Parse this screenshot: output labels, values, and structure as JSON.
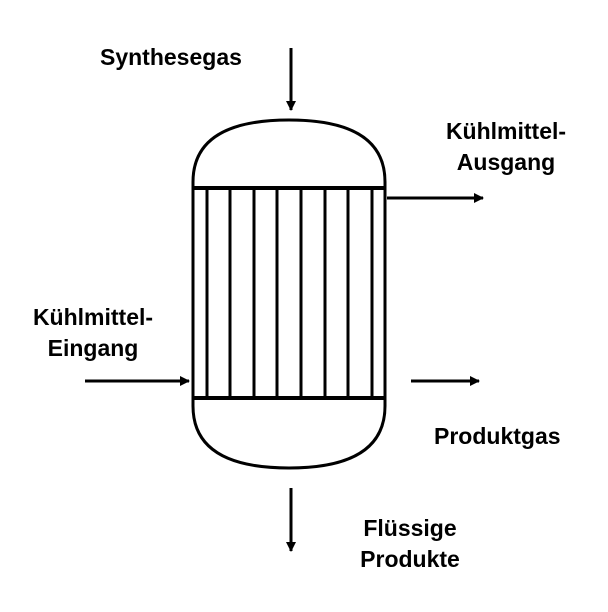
{
  "labels": {
    "syngas": "Synthesegas",
    "coolant_out_line1": "Kühlmittel-",
    "coolant_out_line2": "Ausgang",
    "coolant_in_line1": "Kühlmittel-",
    "coolant_in_line2": "Eingang",
    "product_gas": "Produktgas",
    "liquid_products_line1": "Flüssige",
    "liquid_products_line2": "Produkte"
  },
  "colors": {
    "stroke": "#000000",
    "background": "#ffffff"
  },
  "reactor": {
    "tube_count": 8
  }
}
